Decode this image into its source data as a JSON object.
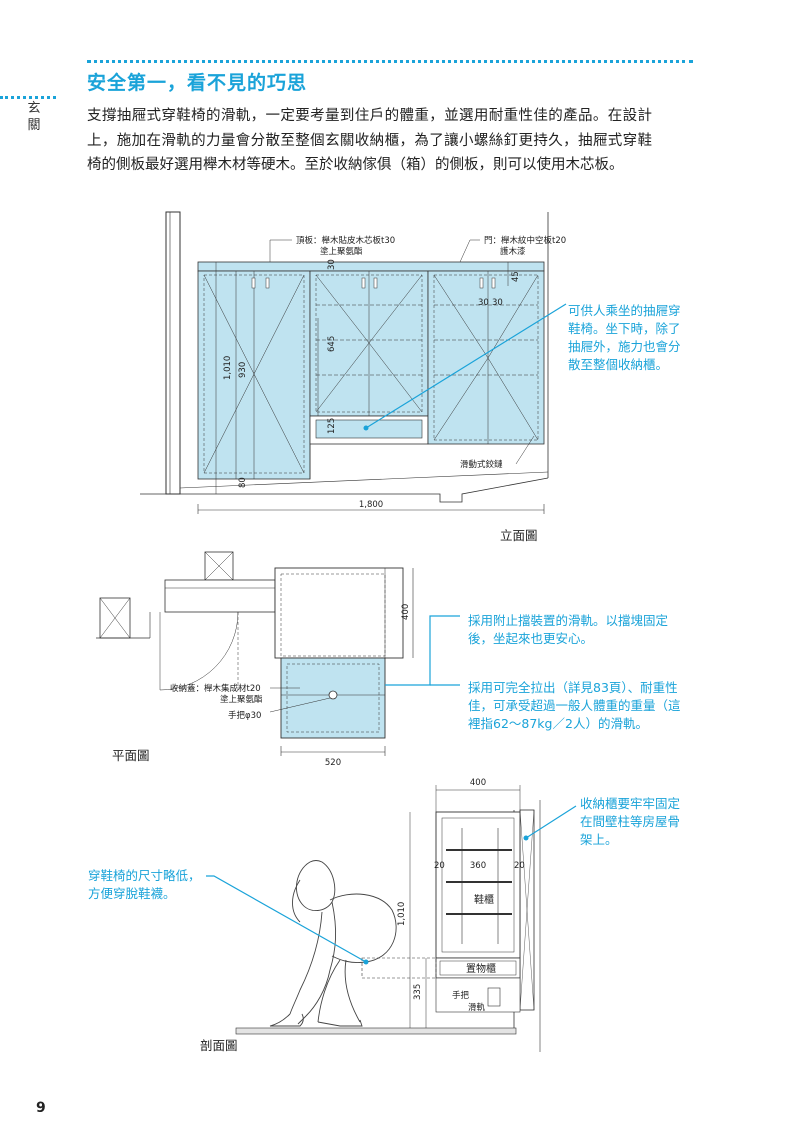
{
  "section": {
    "title": "安全第一，看不見的巧思",
    "side_label": "玄關",
    "body": "支撐抽屜式穿鞋椅的滑軌，一定要考量到住戶的體重，並選用耐重性佳的產品。在設計上，施加在滑軌的力量會分散至整個玄關收納櫃，為了讓小螺絲釘更持久，抽屜式穿鞋椅的側板最好選用櫸木材等硬木。至於收納傢俱（箱）的側板，則可以使用木芯板。",
    "page_number": "9"
  },
  "elevation": {
    "caption": "立面圖",
    "label_top_board_1": "頂板：櫸木貼皮木芯板t30",
    "label_top_board_2": "塗上聚氨酯",
    "label_door_1": "門：櫸木紋中空板t20",
    "label_door_2": "護木漆",
    "label_hinge": "滑動式鉸鏈",
    "dim_width": "1,800",
    "dim_1010": "1,010",
    "dim_930": "930",
    "dim_80": "80",
    "dim_30": "30",
    "dim_645": "645",
    "dim_125": "125",
    "dim_45": "45",
    "dim_30a": "30",
    "dim_30b": "30",
    "callout": [
      "可供人乘坐的抽屜穿",
      "鞋椅。坐下時，除了",
      "抽屜外，施力也會分",
      "散至整個收納櫃。"
    ]
  },
  "plan": {
    "caption": "平面圖",
    "label_lid_1": "收納蓋：櫸木集成材t20",
    "label_lid_2": "塗上聚氨酯",
    "label_handle": "手把φ30",
    "dim_400": "400",
    "dim_520": "520",
    "callout_1": [
      "採用附止擋裝置的滑軌。以擋塊固定",
      "後，坐起來也更安心。"
    ],
    "callout_2": [
      "採用可完全拉出（詳見83頁）、耐重性",
      "佳，可承受超過一般人體重的重量（這",
      "裡指62～87kg／2人）的滑軌。"
    ]
  },
  "section_view": {
    "caption": "剖面圖",
    "dim_400": "400",
    "dim_360": "360",
    "dim_20a": "20",
    "dim_20b": "20",
    "dim_1010": "1,010",
    "dim_335": "335",
    "label_shoe_cabinet": "鞋櫃",
    "label_drawer": "置物櫃",
    "label_handle": "手把",
    "label_rail": "滑軌",
    "callout_left": [
      "穿鞋椅的尺寸略低，",
      "方便穿脫鞋襪。"
    ],
    "callout_right": [
      "收納櫃要牢牢固定",
      "在間壁柱等房屋骨",
      "架上。"
    ]
  },
  "colors": {
    "accent": "#1aa3d9",
    "fill_blue": "#bfe3f0",
    "text": "#222222"
  }
}
